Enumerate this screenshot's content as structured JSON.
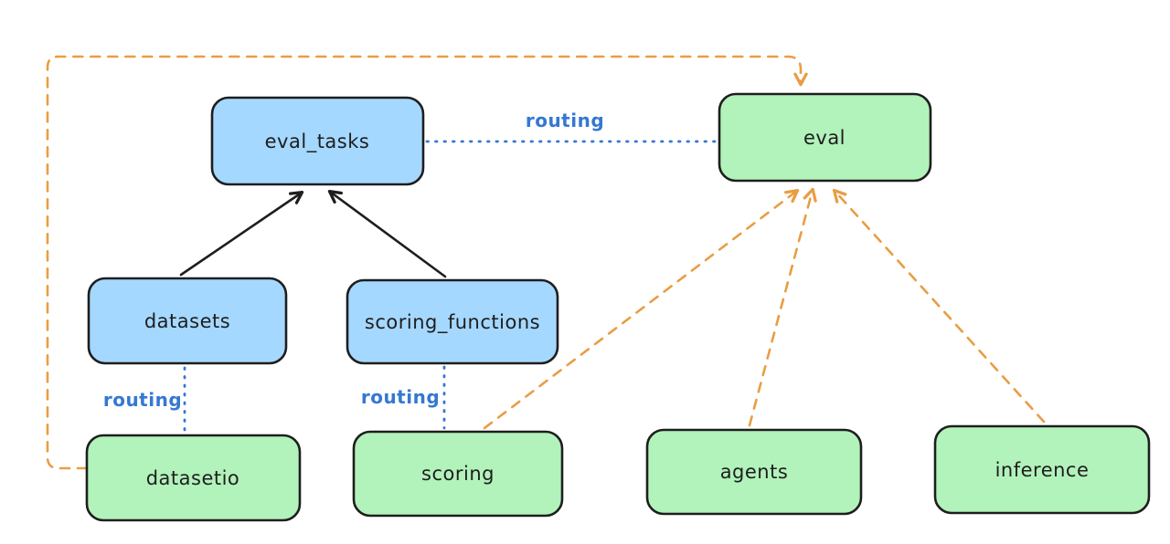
{
  "diagram": {
    "nodes": [
      {
        "id": "eval_tasks",
        "label": "eval_tasks",
        "fill": "#a5d8ff"
      },
      {
        "id": "eval",
        "label": "eval",
        "fill": "#b2f2bb"
      },
      {
        "id": "datasets",
        "label": "datasets",
        "fill": "#a5d8ff"
      },
      {
        "id": "scoring_functions",
        "label": "scoring_functions",
        "fill": "#a5d8ff"
      },
      {
        "id": "datasetio",
        "label": "datasetio",
        "fill": "#b2f2bb"
      },
      {
        "id": "scoring",
        "label": "scoring",
        "fill": "#b2f2bb"
      },
      {
        "id": "agents",
        "label": "agents",
        "fill": "#b2f2bb"
      },
      {
        "id": "inference",
        "label": "inference",
        "fill": "#b2f2bb"
      }
    ],
    "edges": [
      {
        "from": "datasets",
        "to": "eval_tasks",
        "style": "solid-arrow",
        "color": "#1e1e1e"
      },
      {
        "from": "scoring_functions",
        "to": "eval_tasks",
        "style": "solid-arrow",
        "color": "#1e1e1e"
      },
      {
        "from": "eval_tasks",
        "to": "eval",
        "style": "dotted",
        "color": "#3578d1",
        "label": "routing"
      },
      {
        "from": "datasets",
        "to": "datasetio",
        "style": "dotted",
        "color": "#3578d1",
        "label": "routing"
      },
      {
        "from": "scoring_functions",
        "to": "scoring",
        "style": "dotted",
        "color": "#3578d1",
        "label": "routing"
      },
      {
        "from": "datasetio",
        "to": "eval",
        "style": "dashed-arrow",
        "color": "#e99d44"
      },
      {
        "from": "scoring",
        "to": "eval",
        "style": "dashed-arrow",
        "color": "#e99d44"
      },
      {
        "from": "agents",
        "to": "eval",
        "style": "dashed-arrow",
        "color": "#e99d44"
      },
      {
        "from": "inference",
        "to": "eval",
        "style": "dashed-arrow",
        "color": "#e99d44"
      }
    ],
    "colors": {
      "black": "#1e1e1e",
      "routing_blue": "#3578d1",
      "orange": "#e99d44",
      "blue_fill": "#a5d8ff",
      "green_fill": "#b2f2bb",
      "background": "#ffffff"
    }
  }
}
